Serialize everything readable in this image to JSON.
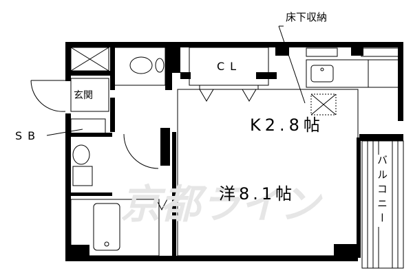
{
  "floorplan": {
    "rooms": {
      "western_room": "洋8.1帖",
      "kitchen": "K2.8帖",
      "closet": "CL",
      "entrance": "玄関",
      "balcony": "バルコニー"
    },
    "annotations": {
      "underfloor_storage": "床下収納",
      "shoe_box": "SB"
    },
    "watermark": "京都ライン",
    "colors": {
      "wall": "#000000",
      "background": "#ffffff",
      "watermark": "#e6e6e6"
    }
  }
}
